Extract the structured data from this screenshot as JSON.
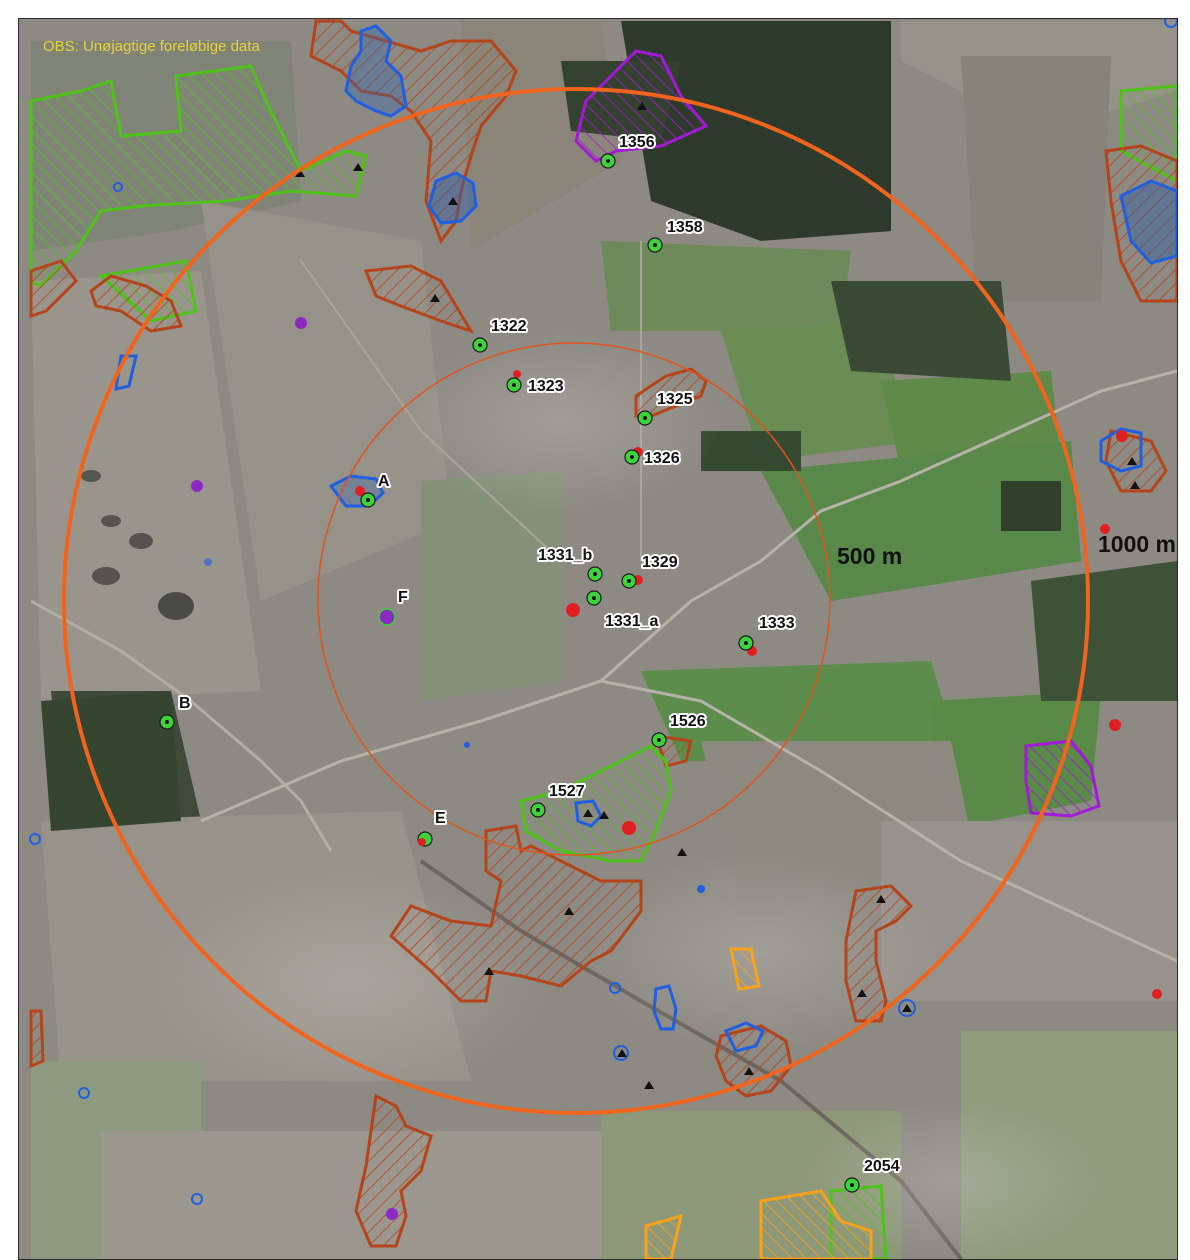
{
  "notice": "OBS: Unøjagtige foreløbige data",
  "rings": {
    "inner_label": "500 m",
    "outer_label": "1000 m",
    "color": "#f0641e"
  },
  "colors": {
    "green_area": "#4fc21a",
    "brown_area": "#b5441a",
    "blue_area": "#1f5fe0",
    "purple_area": "#a21ad6",
    "orange_area": "#f7a21a",
    "point_green": "#3cd43a",
    "point_red": "#e02020",
    "point_purple": "#8a2ac2"
  },
  "sites": {
    "s1356": "1356",
    "s1358": "1358",
    "s1322": "1322",
    "s1323": "1323",
    "s1325": "1325",
    "s1326": "1326",
    "sA": "A",
    "s1331b": "1331_b",
    "s1329": "1329",
    "s1331a": "1331_a",
    "sF": "F",
    "s1333": "1333",
    "sB": "B",
    "s1526": "1526",
    "s1527": "1527",
    "sE": "E",
    "s2054": "2054"
  }
}
